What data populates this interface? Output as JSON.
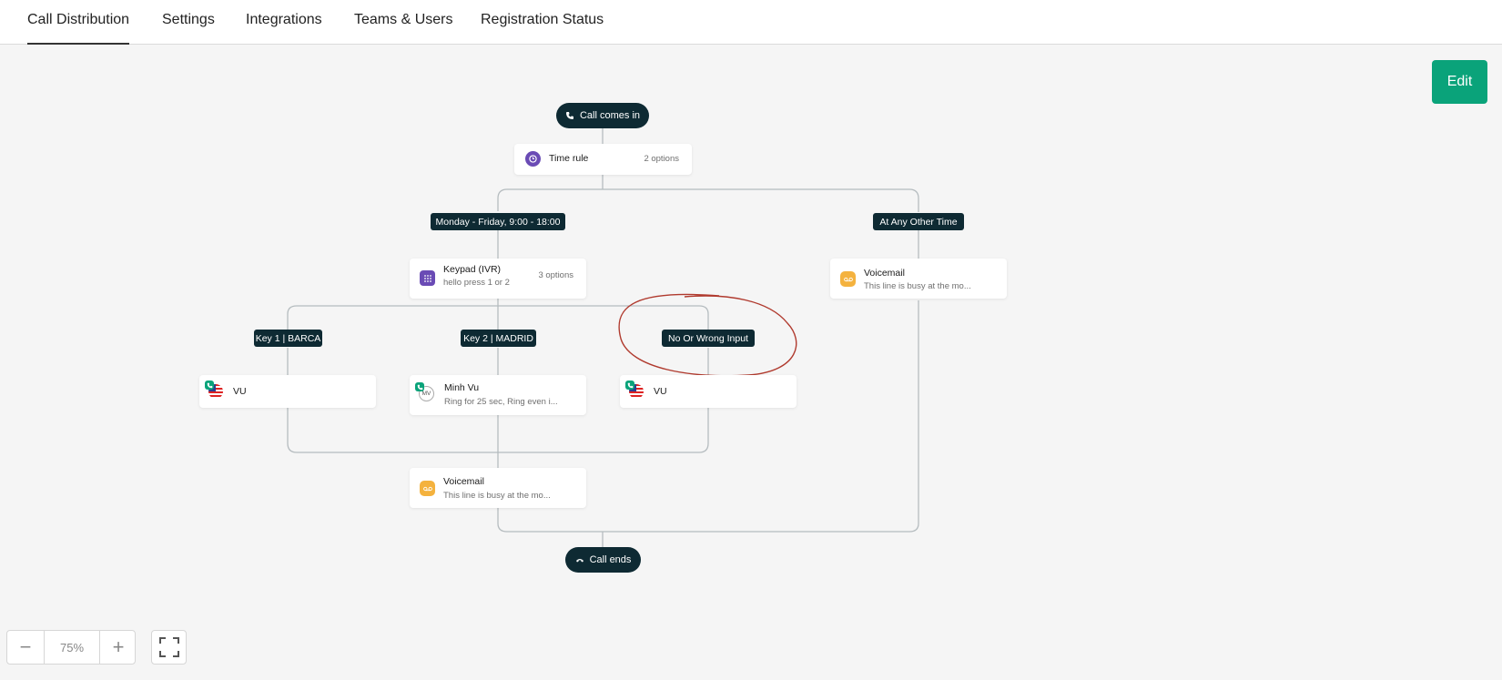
{
  "nav": {
    "tabs": [
      {
        "label": "Call Distribution",
        "active": true
      },
      {
        "label": "Settings"
      },
      {
        "label": "Integrations"
      },
      {
        "label": "Teams & Users"
      },
      {
        "label": "Registration Status"
      }
    ]
  },
  "edit_label": "Edit",
  "flow": {
    "start": {
      "label": "Call comes in",
      "icon": "phone-icon"
    },
    "time_rule": {
      "title": "Time rule",
      "options": "2 options",
      "icon": "clock-icon"
    },
    "branches": {
      "weekday": "Monday - Friday, 9:00 - 18:00",
      "other": "At Any Other Time",
      "key1": "Key 1 | BARCA",
      "key2": "Key 2 | MADRID",
      "wrong": "No Or Wrong Input"
    },
    "keypad": {
      "title": "Keypad (IVR)",
      "subtitle": "hello press 1 or 2",
      "options": "3 options",
      "icon": "keypad-icon"
    },
    "voicemail_right": {
      "title": "Voicemail",
      "subtitle": "This line is busy at the mo...",
      "icon": "voicemail-icon"
    },
    "vu_left": {
      "title": "VU"
    },
    "minh_vu": {
      "title": "Minh Vu",
      "subtitle": "Ring for 25 sec, Ring even i...",
      "initials": "MV"
    },
    "vu_right": {
      "title": "VU"
    },
    "voicemail_bottom": {
      "title": "Voicemail",
      "subtitle": "This line is busy at the mo...",
      "icon": "voicemail-icon"
    },
    "end": {
      "label": "Call ends",
      "icon": "hangup-icon"
    }
  },
  "zoom": {
    "value": "75%",
    "minus": "−",
    "plus": "+"
  },
  "colors": {
    "accent": "#0aa37a",
    "node_dark": "#0e2a33",
    "annotation": "#b03a2e"
  }
}
